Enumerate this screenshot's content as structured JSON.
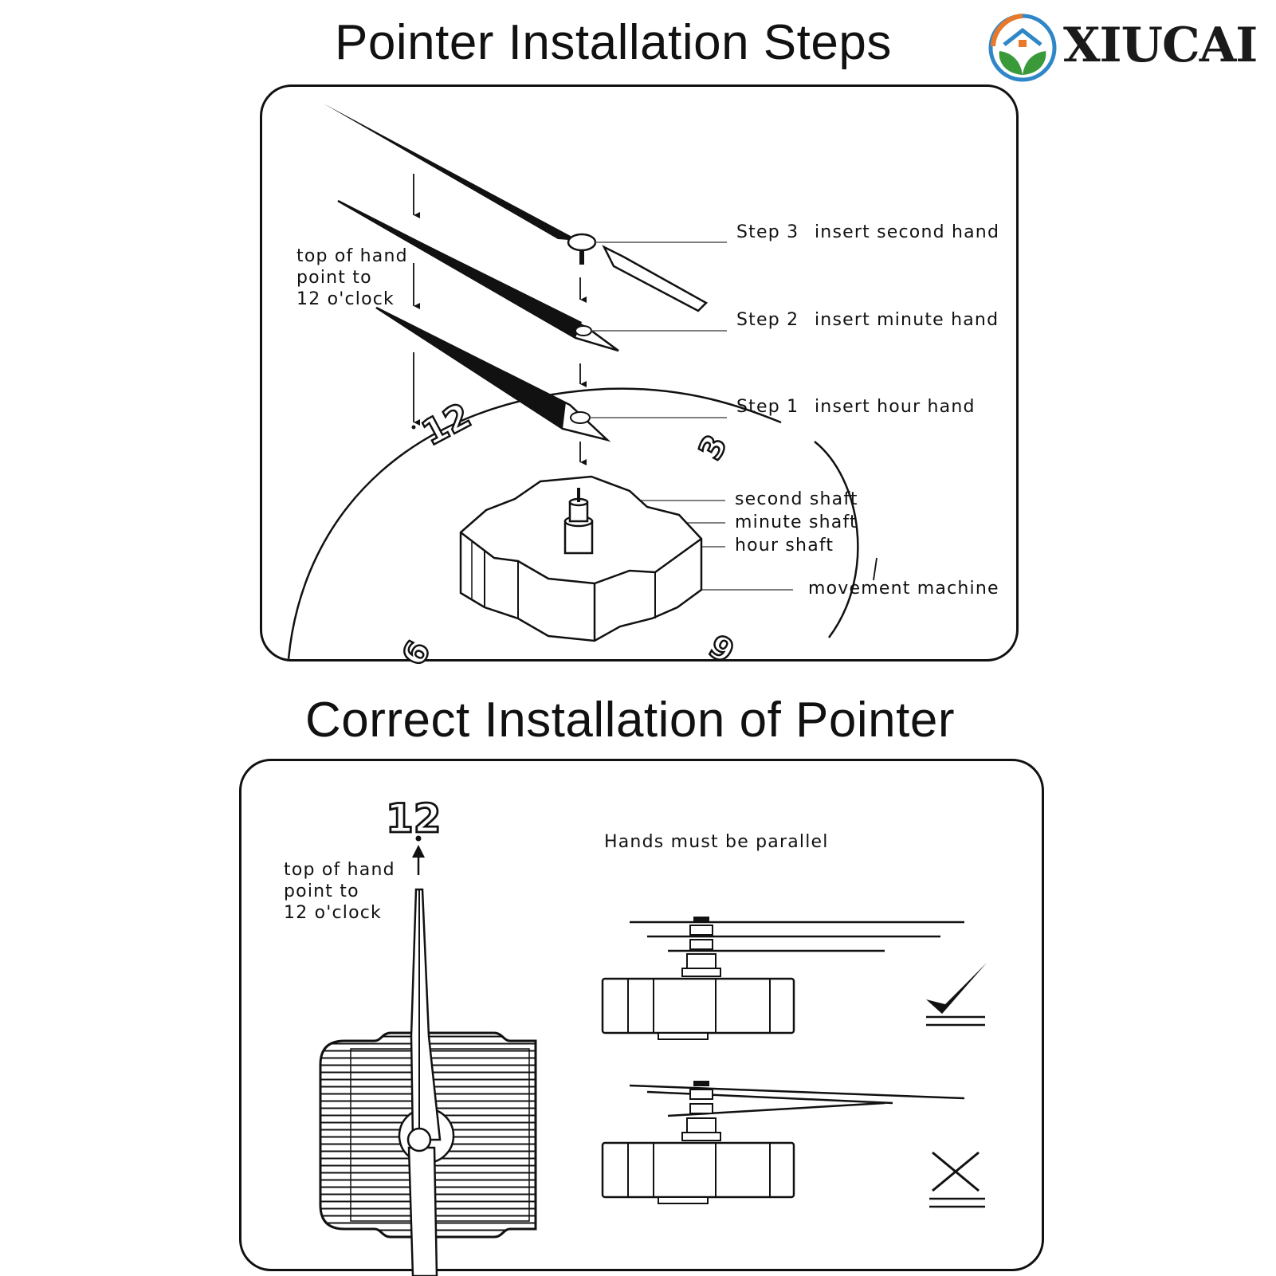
{
  "titles": {
    "steps": "Pointer Installation Steps",
    "correct": "Correct Installation of Pointer"
  },
  "brand": {
    "name": "XIUCAI",
    "colors": {
      "green": "#3a9a3a",
      "blue": "#2f87c8",
      "orange": "#e8792b"
    }
  },
  "steps_panel": {
    "hint": "top of hand\npoint to\n12 o'clock",
    "step3": {
      "label": "Step 3",
      "text": "insert second hand"
    },
    "step2": {
      "label": "Step 2",
      "text": "insert minute hand"
    },
    "step1": {
      "label": "Step 1",
      "text": "insert hour hand"
    },
    "shafts": {
      "second": "second shaft",
      "minute": "minute shaft",
      "hour": "hour shaft"
    },
    "movement": "movement  machine",
    "dial_numbers": {
      "twelve": "12",
      "three": "3",
      "nine": "9",
      "six": "6"
    }
  },
  "correct_panel": {
    "twelve": "12",
    "hint": "top of hand\npoint to\n12 o'clock",
    "parallel": "Hands must be parallel",
    "check_icon": "check-mark-icon",
    "cross_icon": "cross-mark-icon"
  }
}
